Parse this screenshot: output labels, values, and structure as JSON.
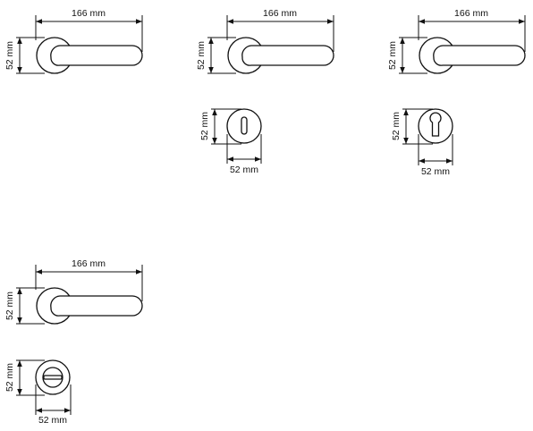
{
  "labels": {
    "handle_width": "166 mm",
    "rose_height": "52 mm",
    "escutcheon_width": "52 mm"
  },
  "colors": {
    "line": "#111111",
    "background": "#ffffff"
  },
  "variants": [
    {
      "handle_width": "166 mm",
      "rose_height": "52 mm",
      "escutcheon": null
    },
    {
      "handle_width": "166 mm",
      "rose_height": "52 mm",
      "escutcheon": {
        "type": "keyhole-icon",
        "height": "52 mm",
        "width": "52 mm"
      }
    },
    {
      "handle_width": "166 mm",
      "rose_height": "52 mm",
      "escutcheon": {
        "type": "euro-cylinder-icon",
        "height": "52 mm",
        "width": "52 mm"
      }
    },
    {
      "handle_width": "166 mm",
      "rose_height": "52 mm",
      "escutcheon": {
        "type": "privacy-turn-icon",
        "height": "52 mm",
        "width": "52 mm"
      }
    }
  ]
}
